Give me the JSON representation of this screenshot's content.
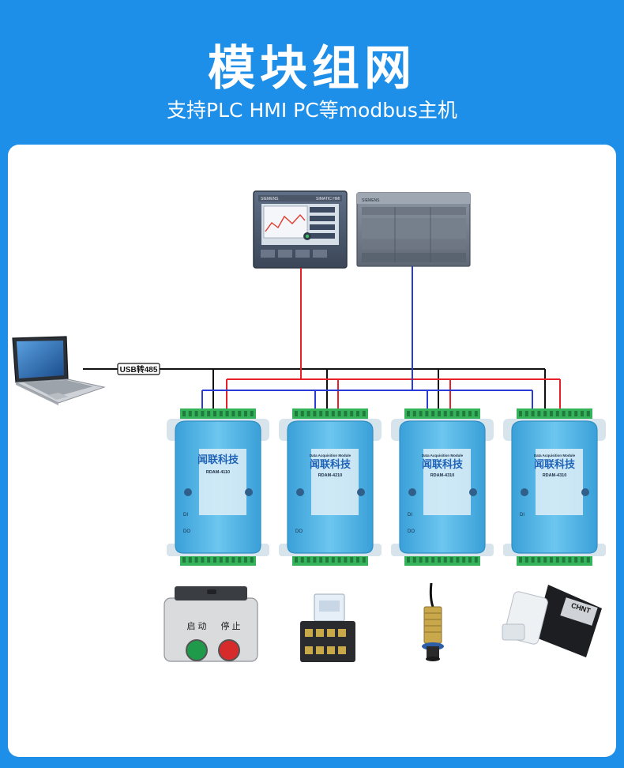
{
  "header": {
    "title": "模块组网",
    "subtitle": "支持PLC HMI PC等modbus主机"
  },
  "hmi": {
    "brand": "SIEMENS",
    "model": "SIMATIC HMI"
  },
  "plc": {
    "brand": "SIEMENS"
  },
  "bus_label": "USB转485",
  "modules": [
    {
      "brand": "闻联科技",
      "title": "",
      "model": "RDAM-4110",
      "io_top": "DI",
      "io_bottom": "DO"
    },
    {
      "brand": "闻联科技",
      "title": "Data Acquisition Module",
      "model": "RDAM-4210",
      "io_top": "",
      "io_bottom": "DO"
    },
    {
      "brand": "闻联科技",
      "title": "Data Acquisition Module",
      "model": "RDAM-4310",
      "io_top": "DI",
      "io_bottom": "DO"
    },
    {
      "brand": "闻联科技",
      "title": "Data Acquisition Module",
      "model": "RDAM-4310",
      "io_top": "DI",
      "io_bottom": ""
    }
  ],
  "button_box": {
    "label_start": "启 动",
    "label_stop": "停 止"
  },
  "solenoid": {
    "brand": "CHNT"
  },
  "colors": {
    "background": "#1e8fe8",
    "panel": "#ffffff",
    "wire_red": "#e8202a",
    "wire_blue": "#2a3cd8",
    "wire_black": "#111111",
    "module_body": "#4ab3e6",
    "terminal_green": "#35b35a"
  }
}
